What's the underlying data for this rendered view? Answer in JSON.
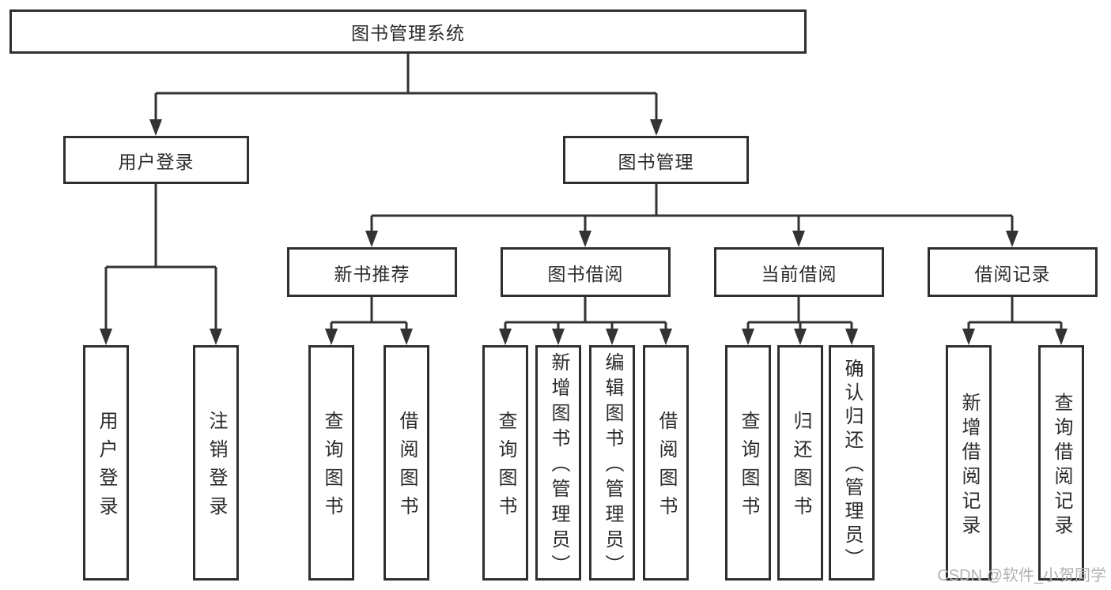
{
  "tree": {
    "root": {
      "label": "图书管理系统"
    },
    "branches": [
      {
        "label": "用户登录",
        "children": [
          {
            "label": "用户登录"
          },
          {
            "label": "注销登录"
          }
        ]
      },
      {
        "label": "图书管理",
        "children": [
          {
            "label": "新书推荐",
            "children": [
              {
                "label": "查询图书"
              },
              {
                "label": "借阅图书"
              }
            ]
          },
          {
            "label": "图书借阅",
            "children": [
              {
                "label": "查询图书"
              },
              {
                "label": "新增图书（管理员）"
              },
              {
                "label": "编辑图书（管理员）"
              },
              {
                "label": "借阅图书"
              }
            ]
          },
          {
            "label": "当前借阅",
            "children": [
              {
                "label": "查询图书"
              },
              {
                "label": "归还图书"
              },
              {
                "label": "确认归还（管理员）"
              }
            ]
          },
          {
            "label": "借阅记录",
            "children": [
              {
                "label": "新增借阅记录"
              },
              {
                "label": "查询借阅记录"
              }
            ]
          }
        ]
      }
    ]
  },
  "watermark": {
    "text": "CSDN @软件_小贺同学"
  },
  "colors": {
    "line": "#333333",
    "text": "#2b2b2b",
    "watermark": "#b2b2b2"
  }
}
